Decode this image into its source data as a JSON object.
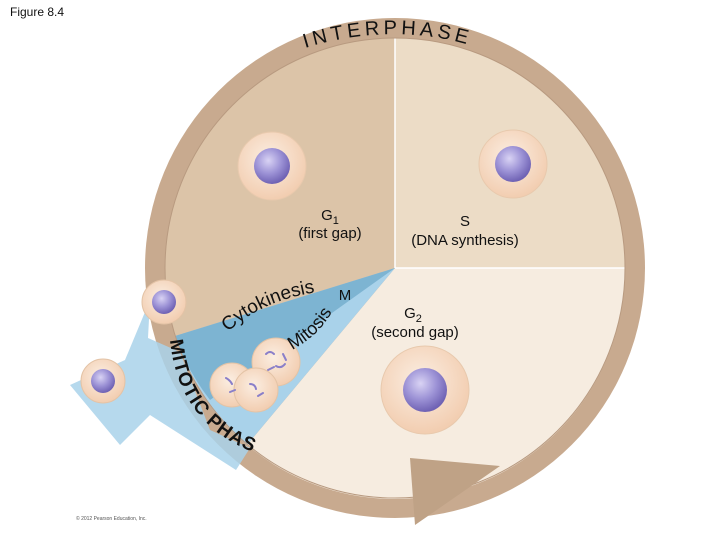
{
  "figure_label": "Figure 8.4",
  "copyright": "© 2012 Pearson Education, Inc.",
  "interphase_label": "INTERPHASE",
  "mitotic_phase_label": "MITOTIC PHASE",
  "phases": {
    "g1": {
      "symbol": "G",
      "sub": "1",
      "desc": "(first gap)"
    },
    "s": {
      "symbol": "S",
      "desc": "(DNA synthesis)"
    },
    "g2": {
      "symbol": "G",
      "sub": "2",
      "desc": "(second gap)"
    },
    "m": {
      "symbol": "M"
    },
    "cytokinesis": "Cytokinesis",
    "mitosis": "Mitosis"
  },
  "colors": {
    "ring": "#c8aa8f",
    "g1": "#dcc4a8",
    "s": "#ecdcc6",
    "g2": "#f6ece0",
    "m_light": "#a9d2ea",
    "m_dark": "#7db4d2",
    "cell_fill": "#f6dcc8",
    "nucleus": "#8a7fc9"
  }
}
